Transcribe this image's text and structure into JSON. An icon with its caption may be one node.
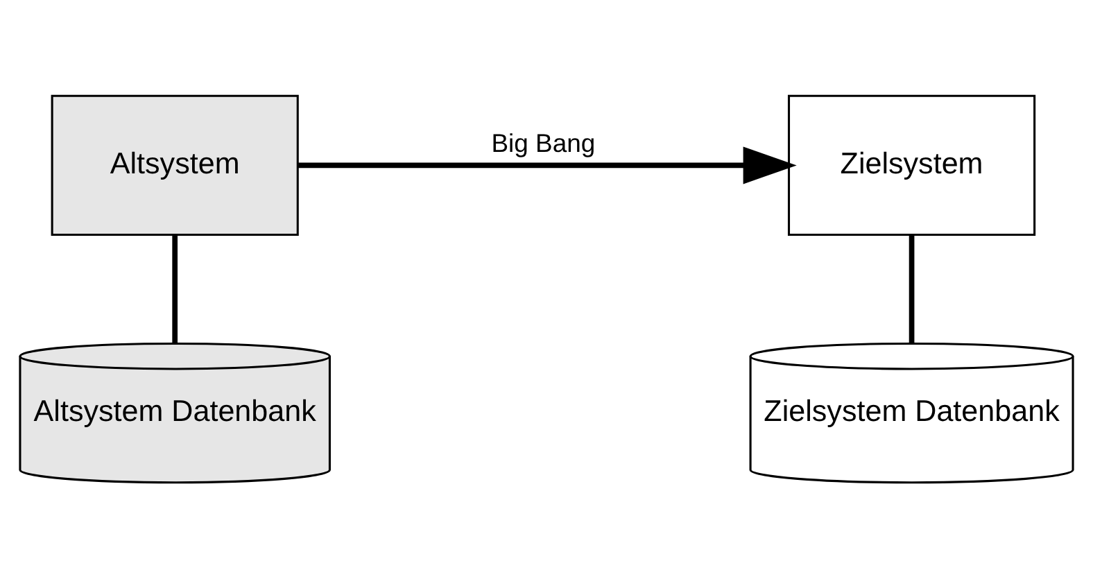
{
  "diagram": {
    "nodes": [
      {
        "text": [
          "Altsystem"
        ]
      },
      {
        "text": [
          "Altsystem Datenbank"
        ]
      },
      {
        "text": [
          "Zielsystem"
        ]
      },
      {
        "text": [
          "Zielsystem Datenbank"
        ]
      }
    ],
    "edges": [
      {
        "from": 0,
        "to": 1,
        "arrow": "none"
      },
      {
        "from": 0,
        "to": 2,
        "arrow": "to",
        "label": "Big Bang"
      },
      {
        "from": 2,
        "to": 3,
        "arrow": "none"
      }
    ]
  }
}
